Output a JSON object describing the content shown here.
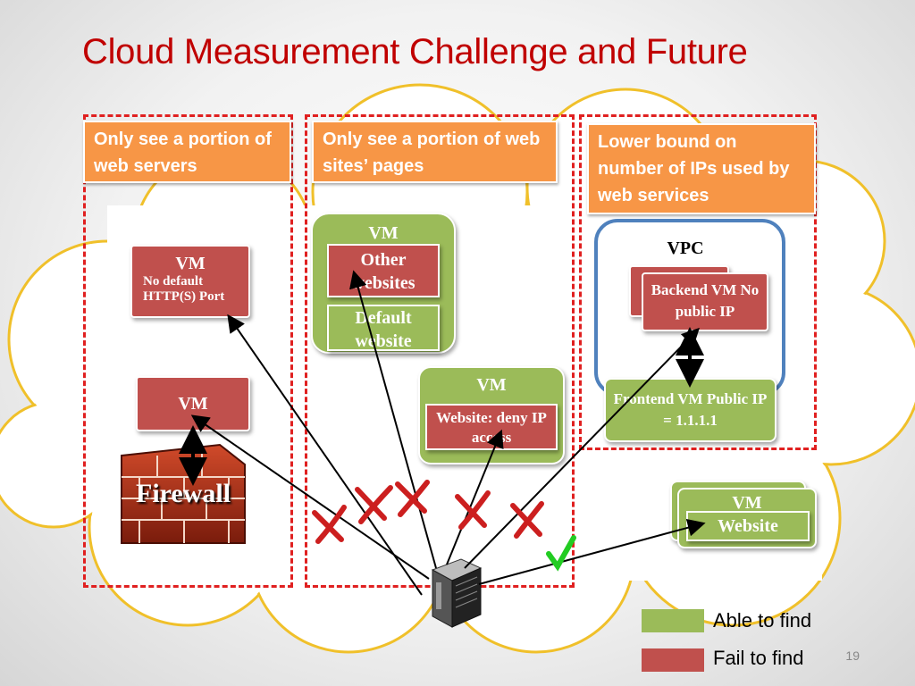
{
  "title": "Cloud Measurement Challenge and Future",
  "callouts": {
    "left": "Only see a portion of web servers",
    "middle": "Only see a portion of web sites’ pages",
    "right": "Lower bound on number of IPs used by web services"
  },
  "vm_no_port": {
    "title": "VM",
    "line1": "No default",
    "line2": "HTTP(S) Port"
  },
  "vm_firewall": {
    "title": "VM",
    "firewall_label": "Firewall"
  },
  "vm_multi": {
    "title": "VM",
    "other": "Other websites",
    "default": "Default website"
  },
  "vm_deny": {
    "title": "VM",
    "label": "Website: deny IP access"
  },
  "vpc": {
    "title": "VPC",
    "backend": "Backend VM No public IP",
    "frontend": "Frontend VM Public IP = 1.1.1.1"
  },
  "vm_website": {
    "title": "VM",
    "label": "Website"
  },
  "legend": {
    "able": "Able to find",
    "fail": "Fail to find"
  },
  "colors": {
    "able": "#9bbb59",
    "fail": "#c0504d",
    "accent": "#c00000",
    "callout": "#f79646",
    "vpc": "#4f81bd"
  },
  "page_number": "19"
}
